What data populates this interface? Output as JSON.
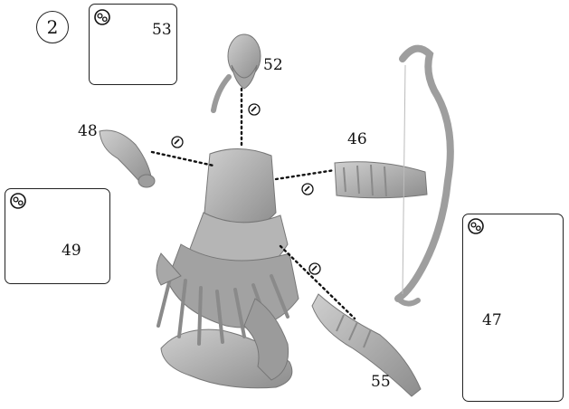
{
  "step_number": "2",
  "parts": {
    "p53": "53",
    "p52": "52",
    "p48": "48",
    "p46": "46",
    "p49": "49",
    "p47": "47",
    "p55": "55"
  },
  "icons": {
    "alternate_part": "gears-icon",
    "glue": "glue-drop-icon"
  },
  "colors": {
    "miniature_grey": "#a9a9a9",
    "outline": "#222222",
    "dotted_line": "#111111"
  }
}
